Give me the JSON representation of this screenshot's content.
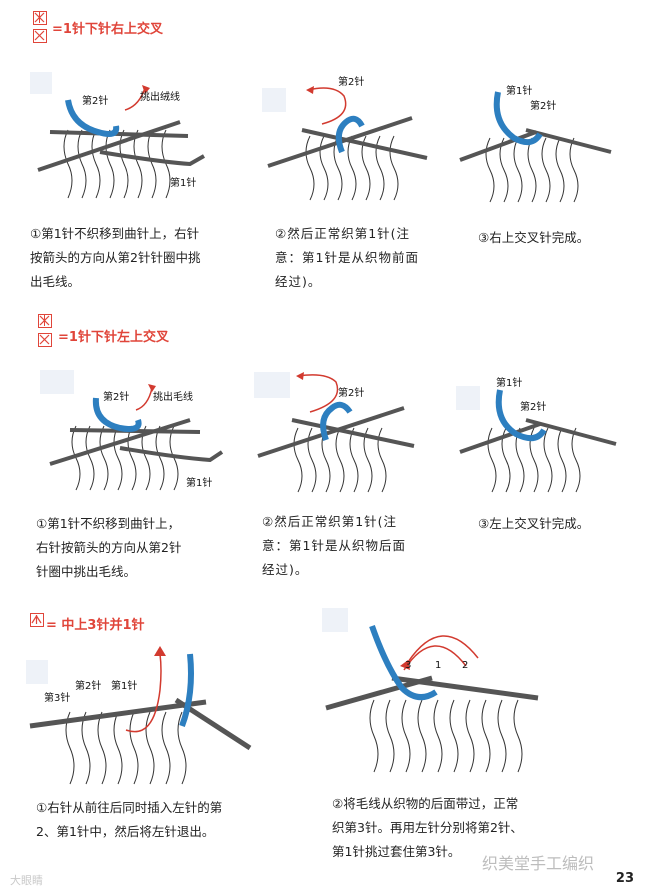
{
  "sections": [
    {
      "title": "=1针下针右上交叉",
      "steps": [
        {
          "lines": [
            "①第1针不织移到曲针上，右针",
            "按箭头的方向从第2针针圈中挑",
            "出毛线。"
          ],
          "labels": {
            "needle2": "第2针",
            "pull": "挑出绒线",
            "needle1": "第1针"
          }
        },
        {
          "lines": [
            "②然后正常织第1针(注",
            "意：第1针是从织物前面",
            "经过)。"
          ],
          "labels": {
            "needle2": "第2针"
          }
        },
        {
          "lines": [
            "③右上交叉针完成。"
          ],
          "labels": {
            "needle1": "第1针",
            "needle2": "第2针"
          }
        }
      ]
    },
    {
      "title": "=1针下针左上交叉",
      "steps": [
        {
          "lines": [
            "①第1针不织移到曲针上，",
            "右针按箭头的方向从第2针",
            "针圈中挑出毛线。"
          ],
          "labels": {
            "needle2": "第2针",
            "pull": "挑出毛线",
            "needle1": "第1针"
          }
        },
        {
          "lines": [
            "②然后正常织第1针(注",
            "意：第1针是从织物后面",
            "经过)。"
          ],
          "labels": {
            "needle2": "第2针"
          }
        },
        {
          "lines": [
            "③左上交叉针完成。"
          ],
          "labels": {
            "needle1": "第1针",
            "needle2": "第2针"
          }
        }
      ]
    },
    {
      "title": "= 中上3针并1针",
      "steps": [
        {
          "lines": [
            "①右针从前往后同时插入左针的第",
            "2、第1针中，然后将左针退出。"
          ],
          "labels": {
            "needle3": "第3针",
            "needle2": "第2针",
            "needle1": "第1针"
          }
        },
        {
          "lines": [
            "②将毛线从织物的后面带过，正常",
            "织第3针。再用左针分别将第2针、",
            "第1针挑过套住第3针。"
          ],
          "labels": {
            "n3": "3",
            "n1": "1",
            "n2": "2"
          }
        }
      ]
    }
  ],
  "page_number": "23",
  "watermark": "织美堂手工编织",
  "watermark_left": "大眼睛"
}
